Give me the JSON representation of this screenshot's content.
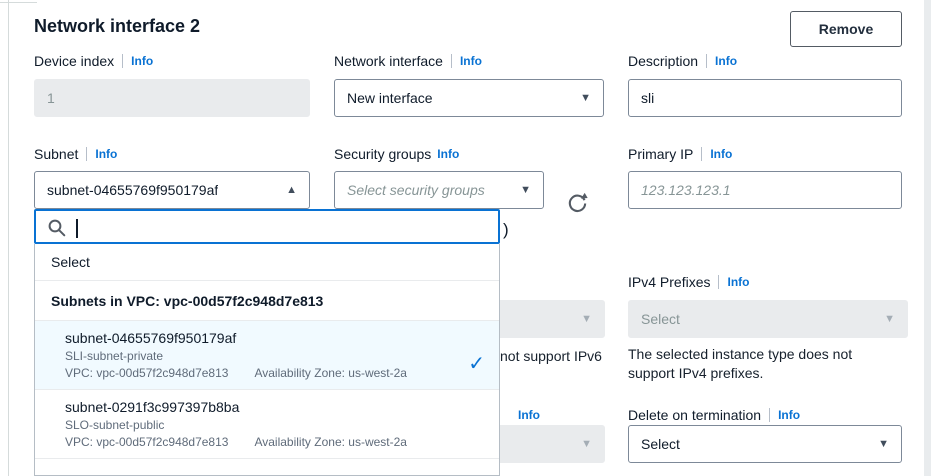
{
  "panel": {
    "title": "Network interface 2",
    "remove_label": "Remove",
    "info_label": "Info"
  },
  "fields": {
    "device_index": {
      "label": "Device index",
      "value": "1"
    },
    "network_interface": {
      "label": "Network interface",
      "value": "New interface"
    },
    "description": {
      "label": "Description",
      "value": "sli"
    },
    "subnet": {
      "label": "Subnet",
      "value": "subnet-04655769f950179af"
    },
    "security_groups": {
      "label": "Security groups",
      "placeholder": "Select security groups"
    },
    "primary_ip": {
      "label": "Primary IP",
      "placeholder": "123.123.123.1"
    },
    "ipv4_prefixes": {
      "label": "IPv4 Prefixes",
      "placeholder": "Select",
      "helper": "The selected instance type does not support IPv4 prefixes."
    },
    "delete_on_termination": {
      "label": "Delete on termination",
      "placeholder": "Select"
    }
  },
  "fragments": {
    "close_paren": ")",
    "ipv6_helper_visible": "not support IPv6",
    "hidden_row_info": "Info"
  },
  "subnet_dropdown": {
    "select_option": "Select",
    "group_label": "Subnets in VPC: vpc-00d57f2c948d7e813",
    "options": [
      {
        "id": "subnet-04655769f950179af",
        "name": "SLI-subnet-private",
        "vpc": "VPC: vpc-00d57f2c948d7e813",
        "az": "Availability Zone: us-west-2a",
        "check": "✓"
      },
      {
        "id": "subnet-0291f3c997397b8ba",
        "name": "SLO-subnet-public",
        "vpc": "VPC: vpc-00d57f2c948d7e813",
        "az": "Availability Zone: us-west-2a"
      }
    ]
  },
  "colors": {
    "accent_blue": "#0972d3",
    "selected_option_bg": "#f1faff",
    "disabled_bg": "#e9ebed",
    "input_border": "#7d8998",
    "check_blue": "#0972d3"
  },
  "glyphs": {
    "caret_down": "▼",
    "caret_up": "▲"
  }
}
